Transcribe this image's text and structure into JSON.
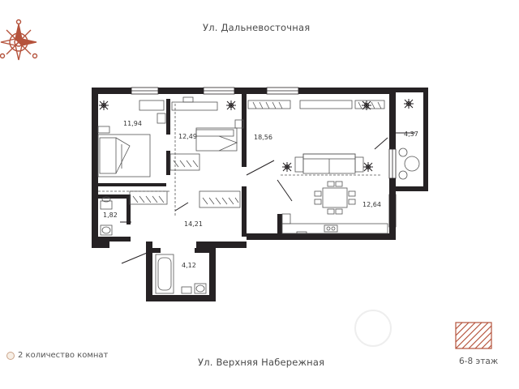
{
  "streets": {
    "top": "Ул. Дальневосточная",
    "bottom": "Ул. Верхняя Набережная"
  },
  "legend": {
    "rooms_label": "2 количество комнат",
    "floor_label": "6-8 этаж"
  },
  "rooms": [
    {
      "id": "bedroom-left",
      "area": "11,94"
    },
    {
      "id": "bedroom-right",
      "area": "12,49"
    },
    {
      "id": "living-room",
      "area": "18,56"
    },
    {
      "id": "balcony",
      "area": "4,37"
    },
    {
      "id": "kitchen",
      "area": "12,64"
    },
    {
      "id": "wc",
      "area": "1,82"
    },
    {
      "id": "hallway",
      "area": "14,21"
    },
    {
      "id": "bathroom",
      "area": "4,12"
    }
  ],
  "icons": {
    "compass": "compass-rose-icon",
    "floor_plate": "floor-plate-icon",
    "room_dot": "room-count-dot-icon",
    "ceiling_light": "ceiling-light-icon"
  },
  "colors": {
    "wall": "#262224",
    "accent": "#b5533c",
    "furniture": "#555555",
    "text": "#333333"
  }
}
